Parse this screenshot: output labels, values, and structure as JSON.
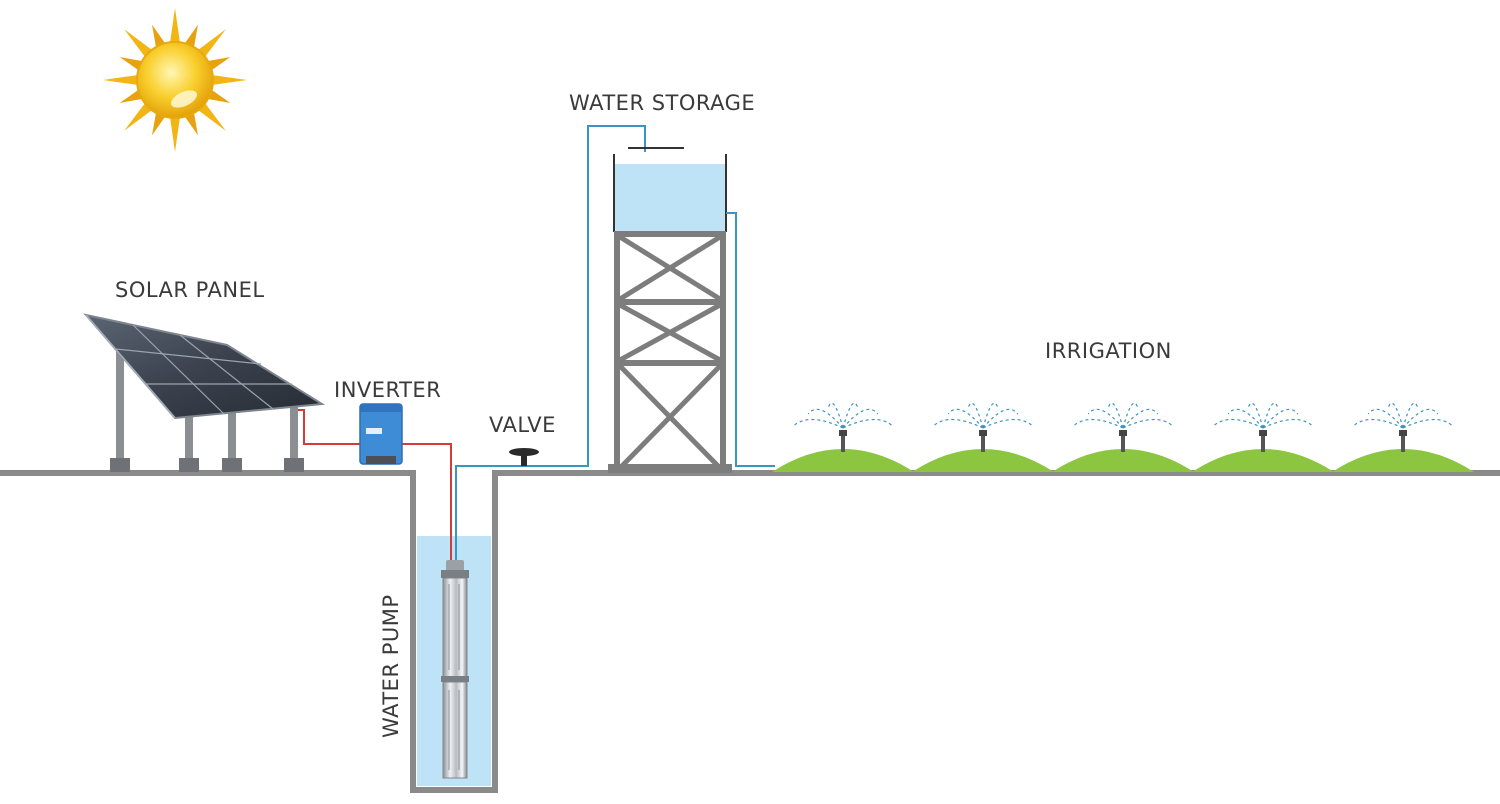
{
  "labels": {
    "solar_panel": "SOLAR PANEL",
    "inverter": "INVERTER",
    "valve": "VALVE",
    "water_storage": "WATER STORAGE",
    "irrigation": "IRRIGATION",
    "water_pump": "WATER PUMP"
  },
  "colors": {
    "ground": "#8a8a8a",
    "water": "#bfe3f6",
    "pipe": "#3b95c4",
    "cable": "#d23c3c",
    "tower": "#7d7d7d",
    "grass": "#8cc640",
    "inverter": "#3e8bd6",
    "sun_core": "#f7c21d",
    "sun_rays": "#f3b514",
    "panel": "#3c4350"
  },
  "sprinkler_count": 5,
  "icons": [
    "sun-icon",
    "solar-panel-icon",
    "inverter-icon",
    "valve-icon",
    "water-tank-icon",
    "sprinkler-icon",
    "submersible-pump-icon"
  ]
}
